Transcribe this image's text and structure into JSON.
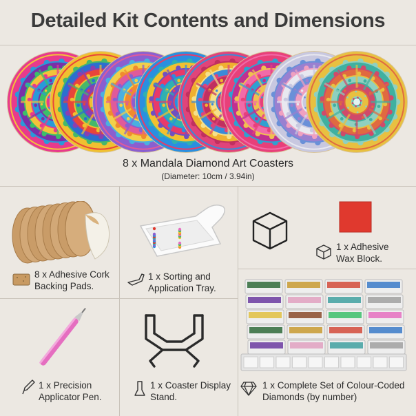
{
  "header": {
    "title": "Detailed Kit Contents and Dimensions"
  },
  "coasters": {
    "caption": "8 x Mandala Diamond Art Coasters",
    "subcaption": "(Diameter: 10cm / 3.94in)",
    "palettes": [
      [
        "#e83a8c",
        "#7a2fa8",
        "#f3c23a",
        "#2a9ad8",
        "#3bbf6a"
      ],
      [
        "#f0c030",
        "#2c6fcf",
        "#e8453a",
        "#46b86a",
        "#8b3fb0"
      ],
      [
        "#8a5fd0",
        "#f2d04a",
        "#e05a9a",
        "#4ab0e0",
        "#f08a30"
      ],
      [
        "#2a8fe0",
        "#f2c030",
        "#e83a6a",
        "#30b0b0",
        "#7050c0"
      ],
      [
        "#e0447a",
        "#f0b030",
        "#3b8ad8",
        "#c03060",
        "#f6e08a"
      ],
      [
        "#e8407a",
        "#c03090",
        "#f26aa8",
        "#30a0d0",
        "#f0c050"
      ],
      [
        "#c8c8e0",
        "#9a80d0",
        "#e8e8f0",
        "#6a90d8",
        "#f0a0c0"
      ],
      [
        "#e8c040",
        "#40b0a0",
        "#e06a40",
        "#8fd0c0",
        "#d04a6a"
      ]
    ]
  },
  "items": {
    "cork": "8 x Adhesive Cork Backing Pads.",
    "tray": "1 x Sorting and Application Tray.",
    "wax": "1 x Adhesive Wax Block.",
    "pen": "1 x Precision Applicator Pen.",
    "stand": "1 x Coaster Display Stand.",
    "diamonds": "1 x Complete Set of Colour-Coded Diamonds (by number)"
  },
  "colors": {
    "wax": "#e0392e",
    "pen": "#e56ec0",
    "cork": "#d2a877"
  }
}
